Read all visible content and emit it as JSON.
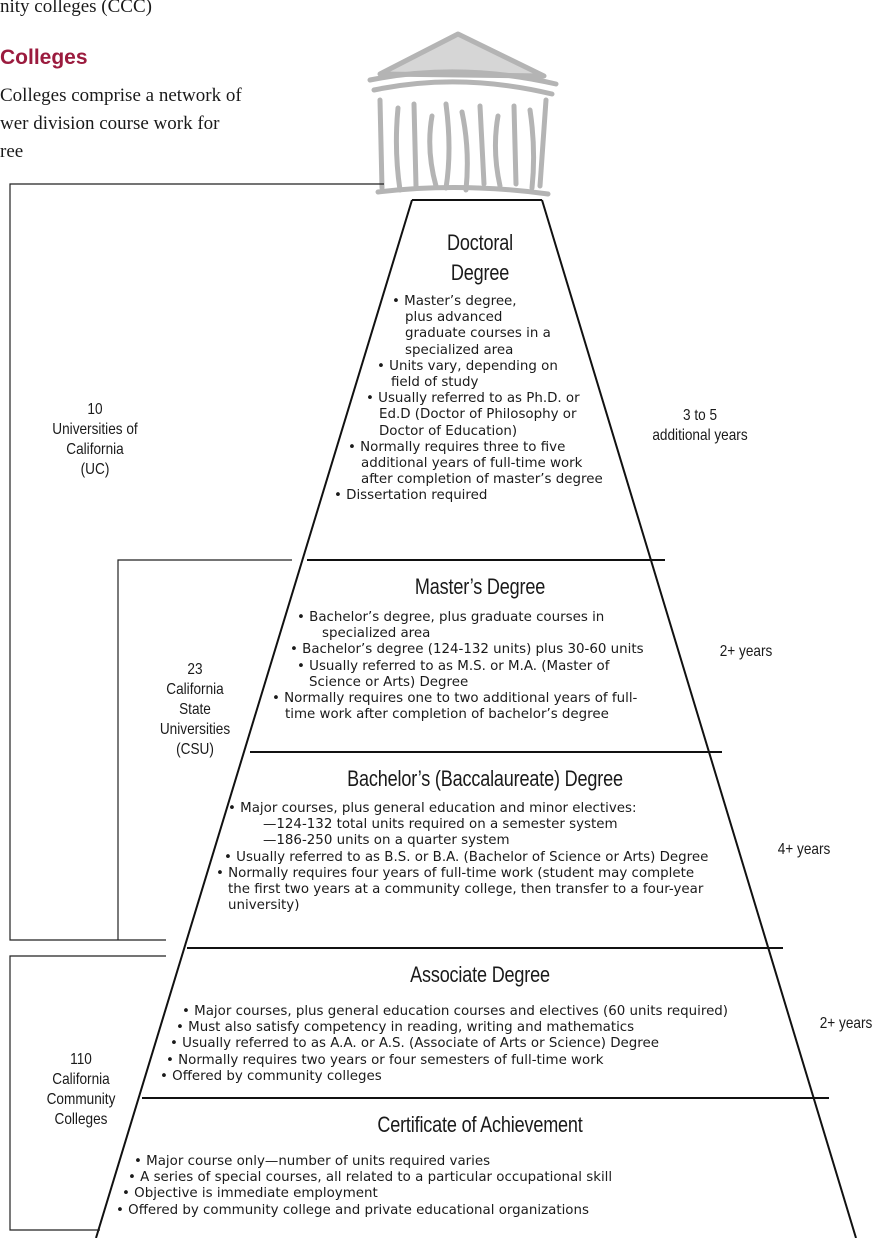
{
  "header": {
    "top_line": "nity colleges (CCC)",
    "section_heading": "Colleges",
    "section_body_lines": [
      "Colleges comprise a network of",
      "wer division course work for",
      "ree"
    ]
  },
  "logo": {
    "icon": "building-columns-icon"
  },
  "systems": {
    "uc": [
      "10",
      "Universities of",
      "California",
      "(UC)"
    ],
    "csu": [
      "23",
      "California",
      "State",
      "Universities",
      "(CSU)"
    ],
    "ccc": [
      "110",
      "California",
      "Community",
      "Colleges"
    ]
  },
  "tiers": [
    {
      "title_lines": [
        "Doctoral",
        "Degree"
      ],
      "years": [
        "3 to 5",
        "additional years"
      ],
      "lines": [
        "• Master’s degree,",
        "plus advanced",
        "graduate courses in a",
        "specialized area",
        "• Units vary, depending on",
        "field of study",
        "• Usually referred to as Ph.D. or",
        "Ed.D (Doctor of Philosophy or",
        "Doctor of Education)",
        "• Normally requires three to five",
        "additional years of full-time work",
        "after completion of master’s degree",
        "• Dissertation required"
      ]
    },
    {
      "title_lines": [
        "Master’s Degree"
      ],
      "years": [
        "2+ years"
      ],
      "lines": [
        "• Bachelor’s degree, plus graduate courses in",
        "specialized area",
        "• Bachelor’s degree (124-132 units) plus 30-60 units",
        "• Usually referred to as M.S. or M.A. (Master of",
        "Science or Arts) Degree",
        "• Normally requires one to two additional years of full-",
        "time work after completion of bachelor’s degree"
      ]
    },
    {
      "title_lines": [
        "Bachelor’s (Baccalaureate) Degree"
      ],
      "years": [
        "4+ years"
      ],
      "lines": [
        "• Major courses, plus general education and minor electives:",
        "—124-132 total units required on a semester system",
        "—186-250 units on a quarter system",
        "• Usually referred to as B.S. or B.A. (Bachelor of Science or Arts) Degree",
        "• Normally requires four years of full-time work (student may complete",
        "the first two years at a community college, then transfer to a four-year",
        "university)"
      ]
    },
    {
      "title_lines": [
        "Associate Degree"
      ],
      "years": [
        "2+ years"
      ],
      "lines": [
        "• Major courses, plus general education courses and electives (60 units required)",
        "• Must also satisfy competency in reading, writing and mathematics",
        "• Usually referred to as A.A. or A.S. (Associate of Arts or Science) Degree",
        "• Normally requires two years or four semesters of full-time work",
        "• Offered by community colleges"
      ]
    },
    {
      "title_lines": [
        "Certificate of Achievement"
      ],
      "years": [],
      "lines": [
        "• Major course only—number of units required varies",
        "• A series of special courses, all related to a particular occupational skill",
        "• Objective is immediate employment",
        "• Offered by community college and private educational organizations"
      ]
    }
  ]
}
